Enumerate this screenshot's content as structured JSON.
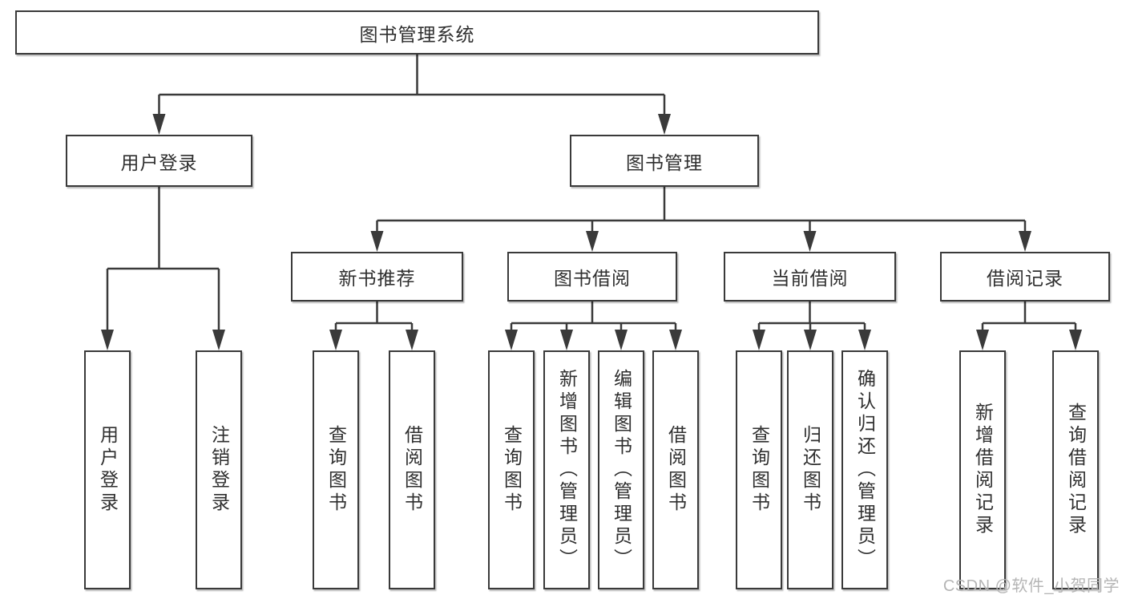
{
  "tree": {
    "root": "图书管理系统",
    "level2": [
      {
        "label": "用户登录",
        "children": [
          "用户登录",
          "注销登录"
        ]
      },
      {
        "label": "图书管理",
        "sections": [
          {
            "label": "新书推荐",
            "children": [
              "查询图书",
              "借阅图书"
            ]
          },
          {
            "label": "图书借阅",
            "children": [
              "查询图书",
              "新增图书（管理员）",
              "编辑图书（管理员）",
              "借阅图书"
            ]
          },
          {
            "label": "当前借阅",
            "children": [
              "查询图书",
              "归还图书",
              "确认归还（管理员）"
            ]
          },
          {
            "label": "借阅记录",
            "children": [
              "新增借阅记录",
              "查询借阅记录"
            ]
          }
        ]
      }
    ]
  },
  "watermark": "CSDN @软件_小贺同学",
  "colors": {
    "line": "#3a3a3a",
    "text": "#2f2f2f",
    "watermark": "#b5b5b5",
    "background": "#ffffff"
  }
}
